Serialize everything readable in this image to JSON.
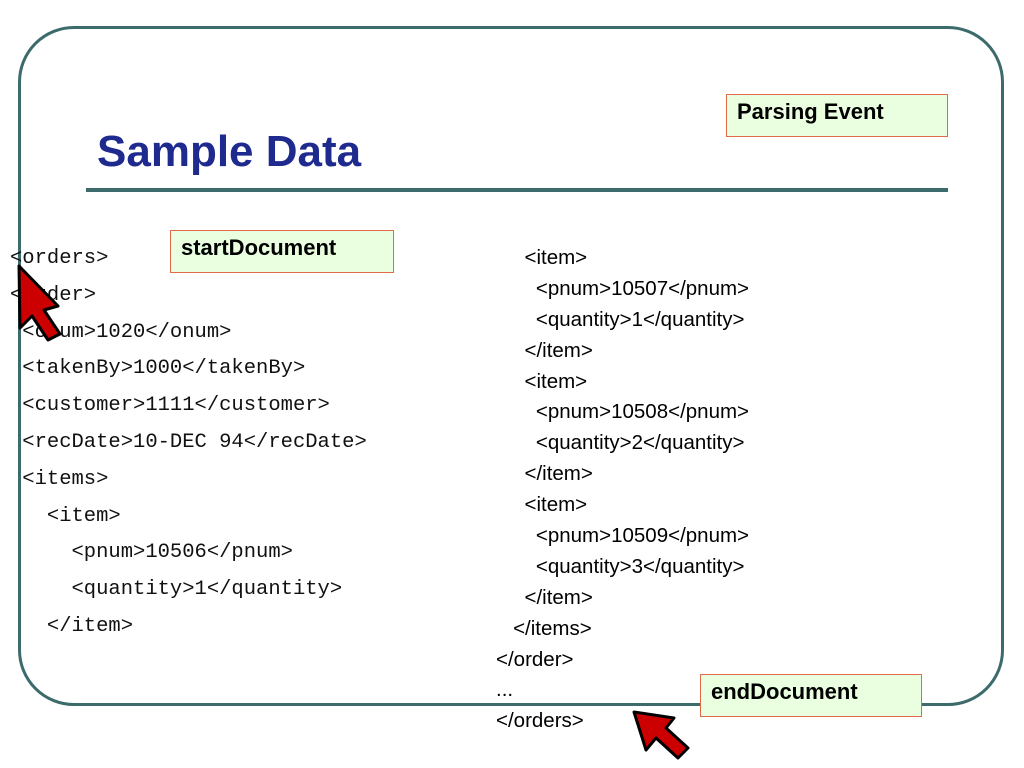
{
  "slide": {
    "title": "Sample Data",
    "tags": {
      "parsing_event": "Parsing Event",
      "start_document": "startDocument",
      "end_document": "endDocument"
    },
    "colors": {
      "title": "#1f2a8f",
      "frame": "#3d6b6b",
      "tag_background": "#eaffe0",
      "tag_border": "#e06a4a",
      "arrow_fill": "#cc0000"
    },
    "icons": [
      "pointer-arrow-icon",
      "pointer-arrow-icon"
    ],
    "left_code": [
      "<orders>",
      "<order>",
      " <onum>1020</onum>",
      " <takenBy>1000</takenBy>",
      " <customer>1111</customer>",
      " <recDate>10-DEC 94</recDate>",
      " <items>",
      "   <item>",
      "     <pnum>10506</pnum>",
      "     <quantity>1</quantity>",
      "   </item>"
    ],
    "right_code": [
      "     <item>",
      "       <pnum>10507</pnum>",
      "       <quantity>1</quantity>",
      "     </item>",
      "     <item>",
      "       <pnum>10508</pnum>",
      "       <quantity>2</quantity>",
      "     </item>",
      "     <item>",
      "       <pnum>10509</pnum>",
      "       <quantity>3</quantity>",
      "     </item>",
      "   </items>",
      "</order>",
      "...",
      "</orders>"
    ]
  }
}
